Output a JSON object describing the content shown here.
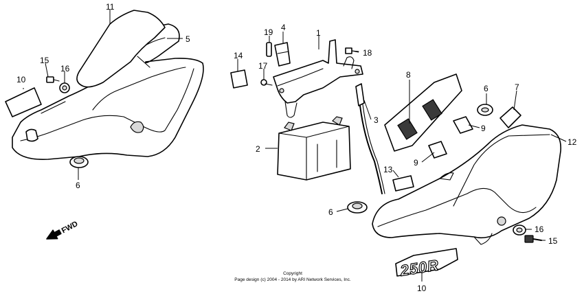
{
  "callouts": {
    "c1": "1",
    "c2": "2",
    "c3": "3",
    "c4": "4",
    "c5": "5",
    "c6a": "6",
    "c6b": "6",
    "c6c": "6",
    "c7": "7",
    "c8": "8",
    "c9a": "9",
    "c9b": "9",
    "c10a": "10",
    "c10b": "10",
    "c11": "11",
    "c12": "12",
    "c13": "13",
    "c14": "14",
    "c15a": "15",
    "c15b": "15",
    "c16a": "16",
    "c16b": "16",
    "c17": "17",
    "c18": "18",
    "c19": "19"
  },
  "direction_label": "FWD",
  "emblem_text": "250R",
  "copyright": {
    "line1": "Copyright",
    "line2": "Page design (c) 2004 - 2014 by ARI Network Services, Inc."
  }
}
